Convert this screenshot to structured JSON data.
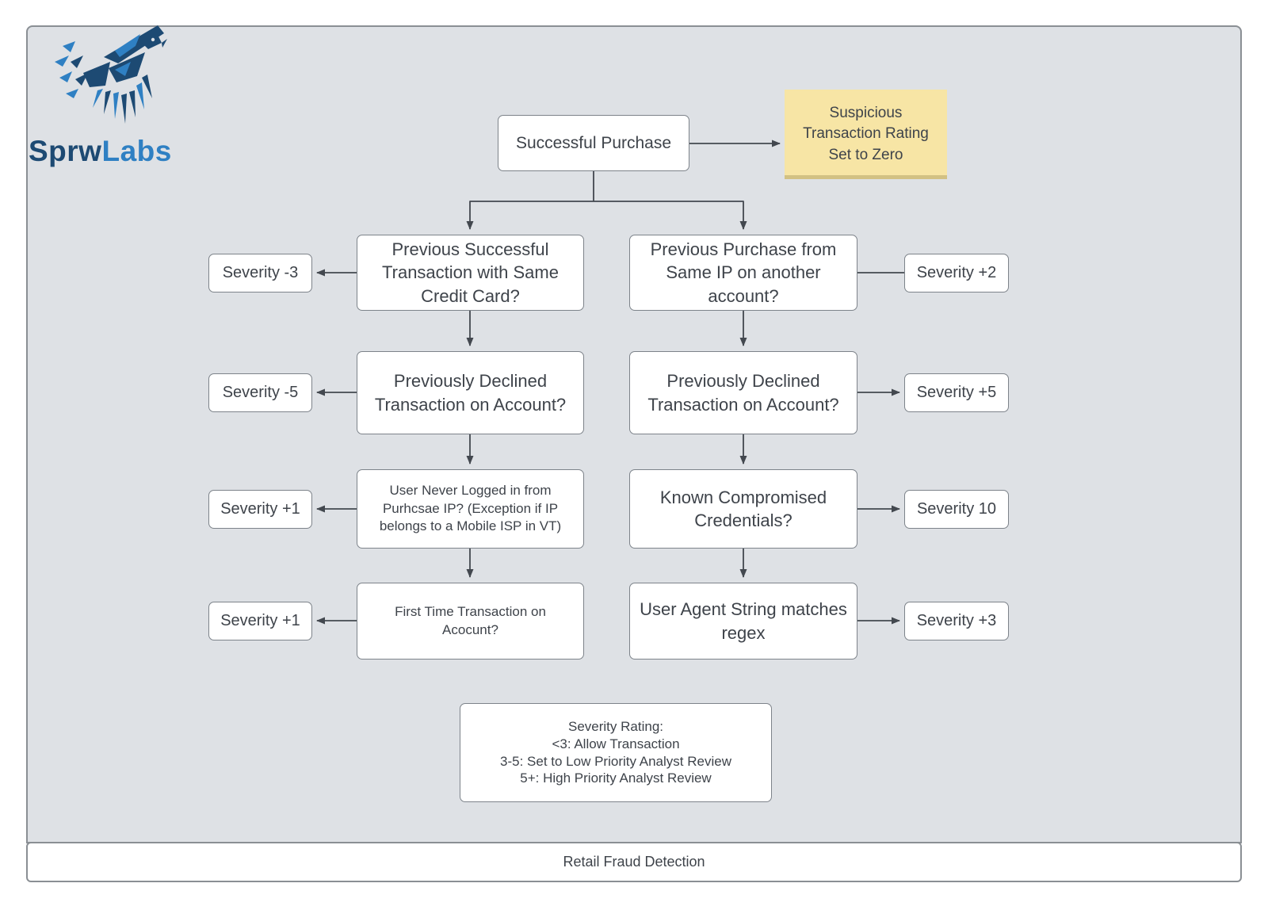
{
  "logo": {
    "brand_primary": "Sprw",
    "brand_secondary": "Labs",
    "icon": "geometric-bird",
    "colors": {
      "navy": "#1d4a73",
      "blue": "#2f80c3"
    }
  },
  "diagram": {
    "title": "Retail Fraud Detection",
    "start": {
      "label": "Successful Purchase"
    },
    "note": {
      "label": "Suspicious Transaction Rating Set to Zero",
      "background": "#f7e5a5"
    },
    "left_column": [
      {
        "question": "Previous Successful Transaction with Same Credit Card?",
        "severity": "Severity -3"
      },
      {
        "question": "Previously Declined Transaction on Account?",
        "severity": "Severity -5"
      },
      {
        "question": "User Never Logged in from Purhcsae IP? (Exception if IP belongs to a Mobile ISP in VT)",
        "severity": "Severity +1"
      },
      {
        "question": "First Time Transaction on Acocunt?",
        "severity": "Severity +1"
      }
    ],
    "right_column": [
      {
        "question": "Previous Purchase from Same IP on another account?",
        "severity": "Severity +2"
      },
      {
        "question": "Previously Declined Transaction on Account?",
        "severity": "Severity +5"
      },
      {
        "question": "Known Compromised Credentials?",
        "severity": "Severity 10"
      },
      {
        "question": "User Agent String matches regex",
        "severity": "Severity +3"
      }
    ],
    "legend": {
      "lines": [
        "Severity Rating:",
        "<3: Allow Transaction",
        "3-5: Set to Low Priority Analyst Review",
        "5+: High Priority Analyst Review"
      ]
    }
  }
}
